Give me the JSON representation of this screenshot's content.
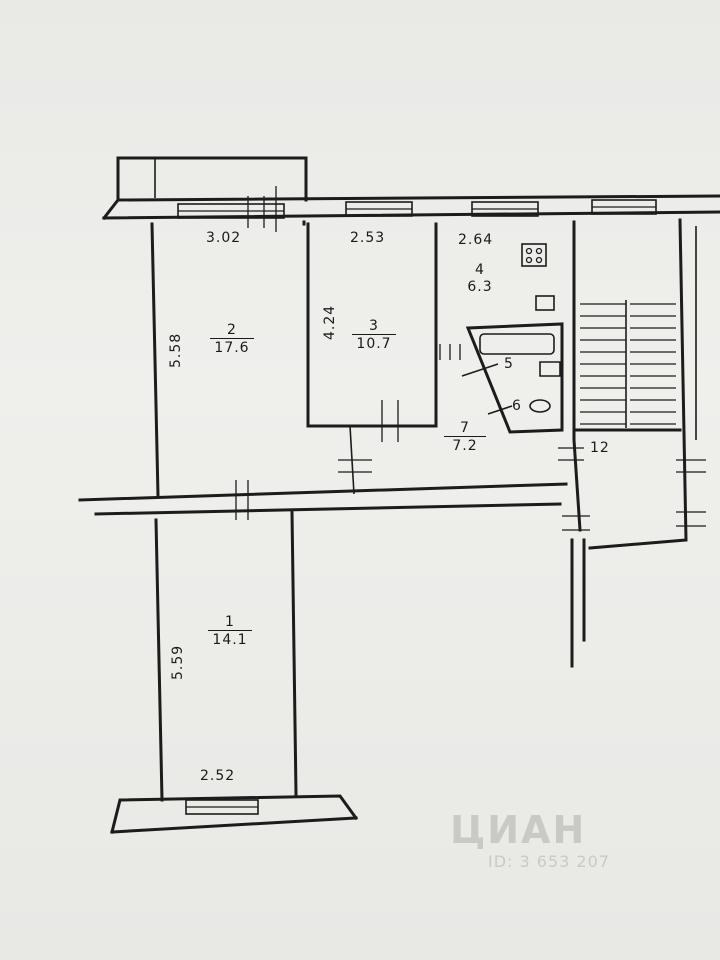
{
  "rooms": [
    {
      "number": "1",
      "area": "14.1",
      "width": "2.52",
      "length": "5.59"
    },
    {
      "number": "2",
      "area": "17.6",
      "width": "3.02",
      "length": "5.58"
    },
    {
      "number": "3",
      "area": "10.7",
      "width": "2.53",
      "length": "4.24"
    },
    {
      "number": "4",
      "area": "6.3",
      "width": "2.64"
    },
    {
      "number": "5"
    },
    {
      "number": "6"
    },
    {
      "number": "7",
      "area": "7.2"
    },
    {
      "number": "12"
    }
  ],
  "watermark": {
    "brand": "ЦИАН",
    "id": "ID: 3 653 207"
  }
}
